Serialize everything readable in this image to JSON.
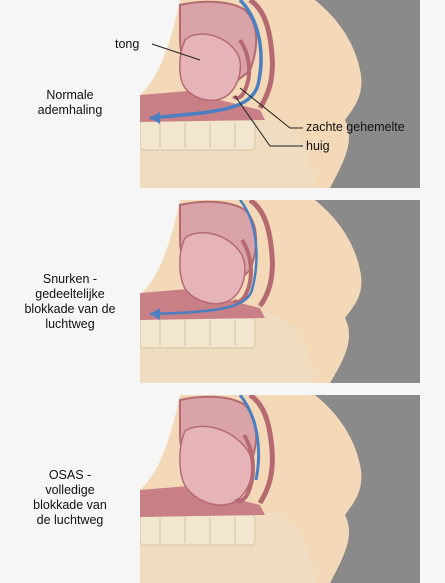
{
  "panels": [
    {
      "id": "normal",
      "caption": [
        "Normale",
        "ademhaling"
      ],
      "airway": "open"
    },
    {
      "id": "snoring",
      "caption": [
        "Snurken -",
        "gedeeltelijke",
        "blokkade van de",
        "luchtweg"
      ],
      "airway": "partial"
    },
    {
      "id": "osas",
      "caption": [
        "OSAS -",
        "volledige",
        "blokkade van",
        "de luchtweg"
      ],
      "airway": "blocked"
    }
  ],
  "labels": {
    "tongue": "tong",
    "soft_palate": "zachte gehemelte",
    "uvula": "huig"
  },
  "colors": {
    "skin": "#f3d9b8",
    "skin_dark": "#e2bf98",
    "background_head": "#8a8a8a",
    "tissue": "#d9a3a8",
    "tissue_dark": "#b56a72",
    "bone": "#f2e6cf",
    "airflow": "#4a7fc1",
    "leader_line": "#222222"
  }
}
